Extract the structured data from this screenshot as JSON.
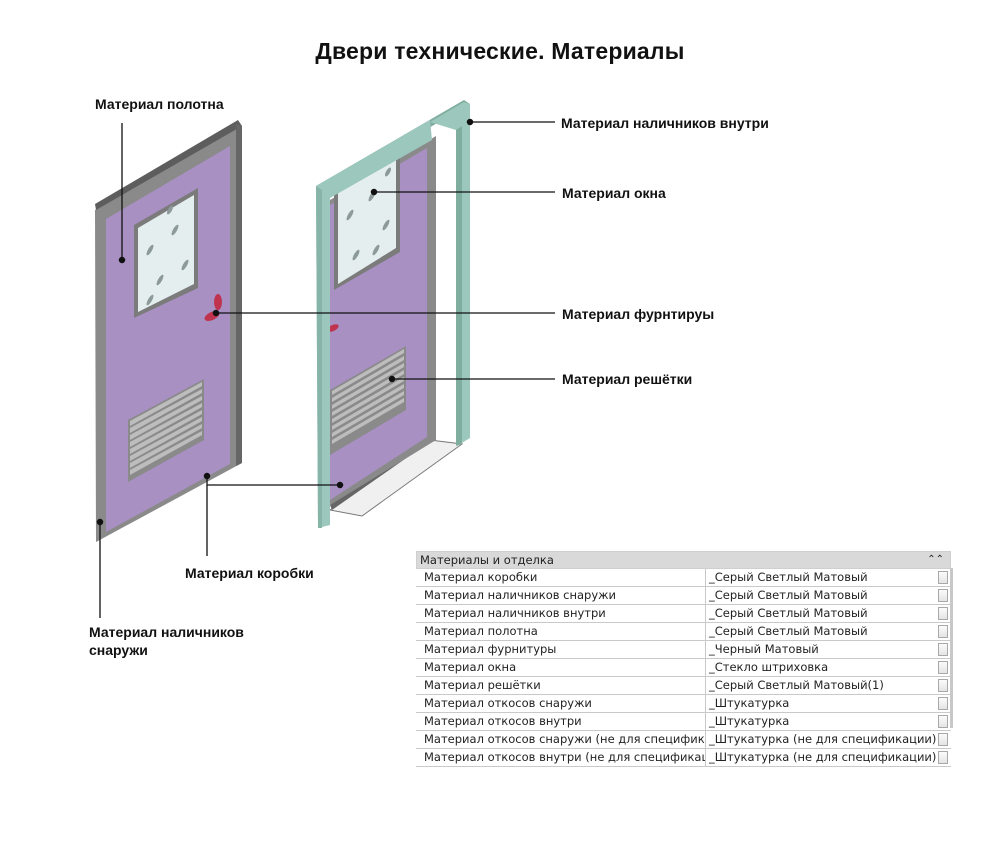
{
  "title": "Двери технические. Материалы",
  "callouts": {
    "leaf": "Материал полотна",
    "trim_inside": "Материал наличников внутри",
    "window": "Материал окна",
    "hardware": "Материал фурнтируы",
    "grille": "Материал решётки",
    "frame": "Материал коробки",
    "trim_outside_1": "Материал наличников",
    "trim_outside_2": "снаружи"
  },
  "properties": {
    "group_label": "Материалы и отделка",
    "collapse_glyph": "⌃⌃",
    "rows": [
      {
        "name": "Материал коробки",
        "value": "_Серый Светлый Матовый"
      },
      {
        "name": "Материал наличников снаружи",
        "value": "_Серый Светлый Матовый"
      },
      {
        "name": "Материал наличников внутри",
        "value": "_Серый Светлый Матовый"
      },
      {
        "name": "Материал полотна",
        "value": "_Серый Светлый Матовый"
      },
      {
        "name": "Материал фурнитуры",
        "value": "_Черный Матовый"
      },
      {
        "name": "Материал окна",
        "value": "_Стекло штриховка"
      },
      {
        "name": "Материал решётки",
        "value": "_Серый Светлый Матовый(1)"
      },
      {
        "name": "Материал откосов снаружи",
        "value": "_Штукатурка"
      },
      {
        "name": "Материал откосов внутри",
        "value": "_Штукатурка"
      },
      {
        "name": "Материал откосов снаружи (не для спецификации)",
        "value": "_Штукатурка (не для спецификации)"
      },
      {
        "name": "Материал откосов внутри (не для спецификации)",
        "value": "_Штукатурка (не для спецификации)"
      }
    ]
  },
  "colors": {
    "door_leaf": "#a890c2",
    "frame_gray": "#8e8e8e",
    "trim_teal": "#9cc7bd",
    "glass": "#e4eeee",
    "hardware": "#c0334f",
    "grille": "#b4b4b4"
  }
}
